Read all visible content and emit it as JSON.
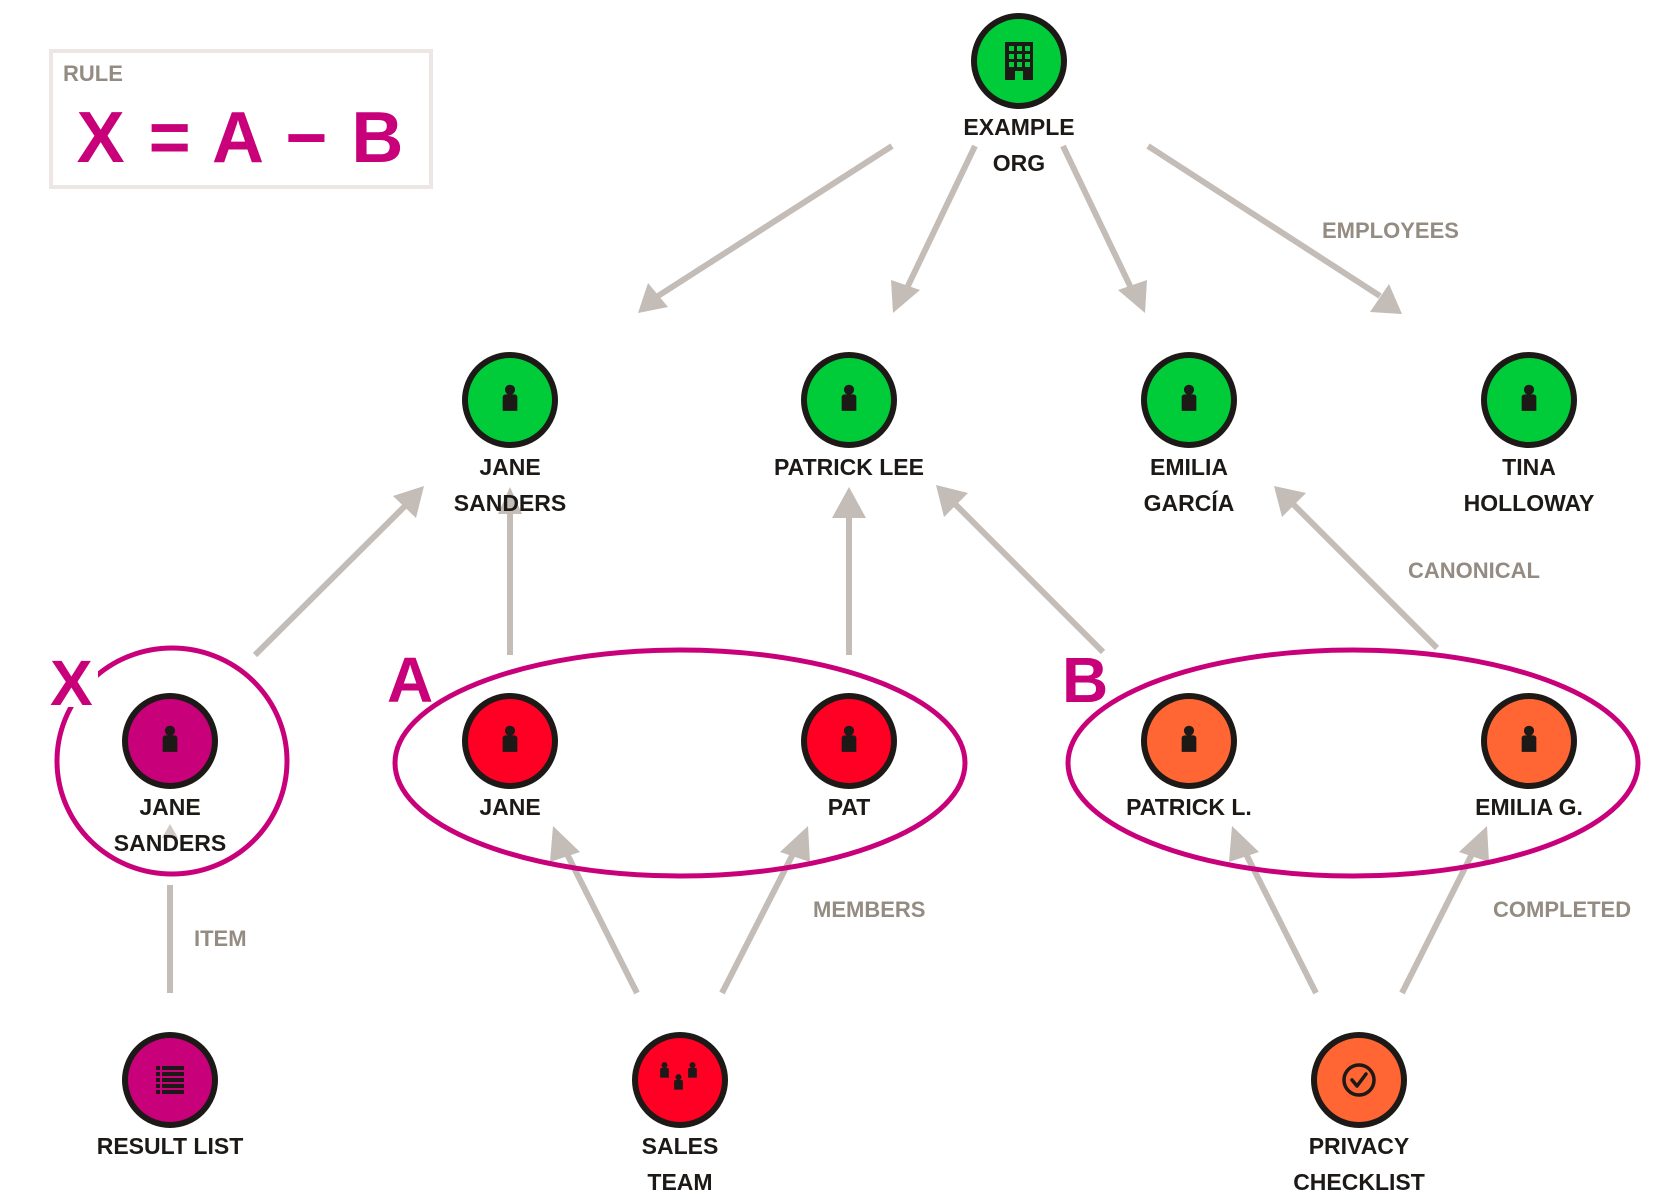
{
  "rule": {
    "title": "RULE",
    "formula": "X = A − B"
  },
  "colors": {
    "org_green": "#00cc3a",
    "set_x_magenta": "#c8007a",
    "set_a_red": "#ff0024",
    "set_b_orange": "#ff6633",
    "edge_gray": "#c4bcb6",
    "edge_label_gray": "#948c82",
    "outline_dark": "#1c1917"
  },
  "nodes": {
    "example_org": {
      "label1": "EXAMPLE",
      "label2": "ORG",
      "icon": "building-icon"
    },
    "jane_sanders_canon": {
      "label1": "JANE",
      "label2": "SANDERS",
      "icon": "person-icon"
    },
    "patrick_lee": {
      "label1": "PATRICK LEE",
      "label2": "",
      "icon": "person-icon"
    },
    "emilia_garcia": {
      "label1": "EMILIA",
      "label2": "GARCÍA",
      "icon": "person-icon"
    },
    "tina_holloway": {
      "label1": "TINA",
      "label2": "HOLLOWAY",
      "icon": "person-icon"
    },
    "jane_sanders_x": {
      "label1": "JANE",
      "label2": "SANDERS",
      "icon": "person-icon"
    },
    "jane_a": {
      "label1": "JANE",
      "label2": "",
      "icon": "person-icon"
    },
    "pat_a": {
      "label1": "PAT",
      "label2": "",
      "icon": "person-icon"
    },
    "patrick_l_b": {
      "label1": "PATRICK L.",
      "label2": "",
      "icon": "person-icon"
    },
    "emilia_g_b": {
      "label1": "EMILIA G.",
      "label2": "",
      "icon": "person-icon"
    },
    "result_list": {
      "label1": "RESULT LIST",
      "label2": "",
      "icon": "list-icon"
    },
    "sales_team": {
      "label1": "SALES",
      "label2": "TEAM",
      "icon": "group-icon"
    },
    "privacy_checklist": {
      "label1": "PRIVACY",
      "label2": "CHECKLIST",
      "icon": "checkmark-circle-icon"
    }
  },
  "edge_labels": {
    "employees": "EMPLOYEES",
    "canonical": "CANONICAL",
    "members": "MEMBERS",
    "completed": "COMPLETED",
    "item": "ITEM"
  },
  "sets": {
    "x": "X",
    "a": "A",
    "b": "B"
  }
}
